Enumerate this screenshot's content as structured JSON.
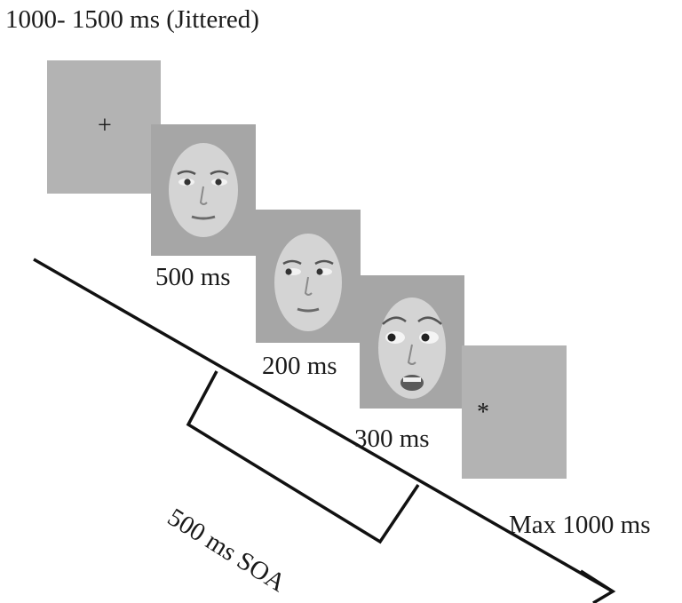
{
  "fixation_duration": "1000- 1500 ms  (Jittered)",
  "fixation_symbol": "+",
  "neutral_duration": "500 ms",
  "gaze_duration": "200 ms",
  "emotion_duration": "300 ms",
  "target_symbol": "*",
  "soa_label": "500 ms SOA",
  "response_window": "Max 1000 ms"
}
